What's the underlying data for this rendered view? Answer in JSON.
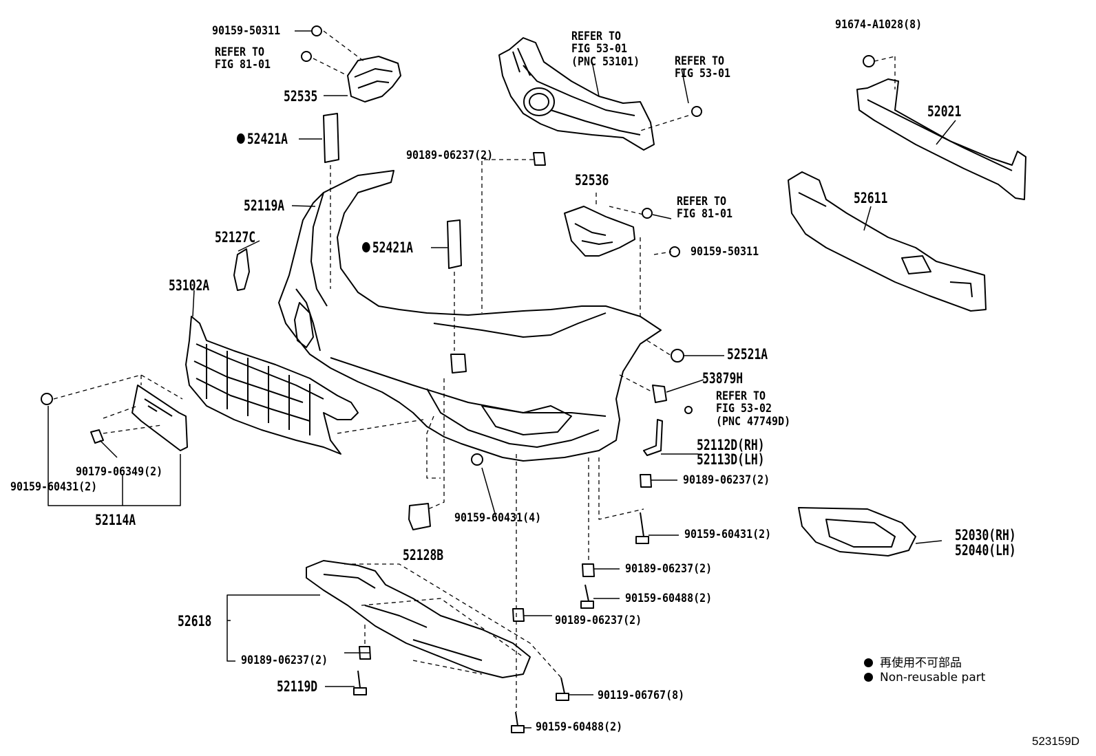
{
  "labels": {
    "p90159_50311_a": "90159-50311",
    "ref81_a_1": "REFER TO",
    "ref81_a_2": "FIG 81-01",
    "p52535": "52535",
    "p52421A_a": "52421A",
    "p52119A": "52119A",
    "p52127C": "52127C",
    "p53102A": "53102A",
    "p52421A_b": "52421A",
    "ref53_a_1": "REFER TO",
    "ref53_a_2": "FIG 53-01",
    "ref53_a_3": "(PNC 53101)",
    "ref53_b_1": "REFER TO",
    "ref53_b_2": "FIG 53-01",
    "p90189_06237_top": "90189-06237(2)",
    "p52536": "52536",
    "ref81_b_1": "REFER TO",
    "ref81_b_2": "FIG 81-01",
    "p90159_50311_b": "90159-50311",
    "p91674": "91674-A1028(8)",
    "p52021": "52021",
    "p52611": "52611",
    "p52521A": "52521A",
    "p53879H": "53879H",
    "ref53_02_1": "REFER TO",
    "ref53_02_2": "FIG 53-02",
    "ref53_02_3": "(PNC 47749D)",
    "p52112D": "52112D(RH)",
    "p52113D": "52113D(LH)",
    "p90189_06237_r1": "90189-06237(2)",
    "p90159_60431_r": "90159-60431(2)",
    "p90189_06237_r2": "90189-06237(2)",
    "p90159_60488_r": "90159-60488(2)",
    "p90189_06237_r3": "90189-06237(2)",
    "p90119_06767": "90119-06767(8)",
    "p90159_60488_b": "90159-60488(2)",
    "p52030": "52030(RH)",
    "p52040": "52040(LH)",
    "p90179_06349": "90179-06349(2)",
    "p90159_60431_l": "90159-60431(2)",
    "p52114A": "52114A",
    "p90159_60431_4": "90159-60431(4)",
    "p52128B": "52128B",
    "p52618": "52618",
    "p90189_06237_l": "90189-06237(2)",
    "p52119D": "52119D"
  },
  "legend": {
    "jp": "再使用不可部品",
    "en": "Non-reusable part"
  },
  "diagram_code": "523159D"
}
